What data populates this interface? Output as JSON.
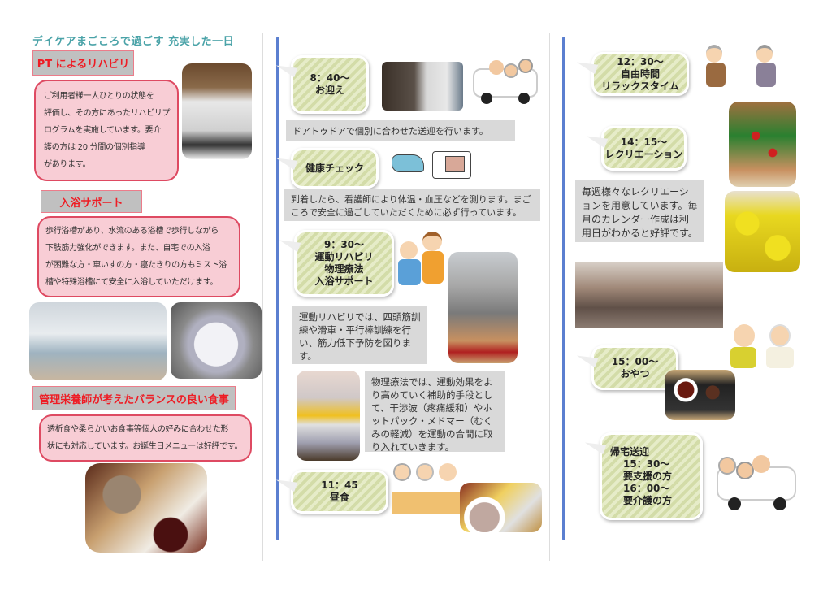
{
  "title": "デイケアまごころで過ごす 充実した一日",
  "left": {
    "pt": {
      "heading": "PT によるリハビリ",
      "lines": [
        "ご利用者様一人ひとりの状態を",
        "評価し、その方にあったリハビリプ",
        "ログラムを実施しています。要介",
        "護の方は 20 分間の個別指導",
        "があります。"
      ]
    },
    "bath": {
      "heading": "入浴サポート",
      "lines": [
        "歩行浴槽があり、水流のある浴槽で歩行しながら",
        "下肢筋力強化ができます。また、自宅での入浴",
        "が困難な方・車いすの方・寝たきりの方もミスト浴",
        "槽や特殊浴槽にて安全に入浴していただけます。"
      ]
    },
    "meal": {
      "heading": "管理栄養師が考えたバランスの良い食事",
      "lines": [
        "透析食や柔らかいお食事等個人の好みに合わせた形",
        "状にも対応しています。お誕生日メニューは好評です。"
      ]
    }
  },
  "middle": {
    "pickup": {
      "time": "8：40～",
      "label": "お迎え",
      "text": "ドアトゥドアで個別に合わせた送迎を行います。"
    },
    "health": {
      "label": "健康チェック",
      "text": "到着したら、看護師により体温・血圧などを測ります。まごころで安全に過ごしていただくために必ず行っています。"
    },
    "rehab": {
      "time": "9：30～",
      "l1": "運動リハビリ",
      "l2": "物理療法",
      "l3": "入浴サポート",
      "text": "運動リハビリでは、四頭筋訓練や滑車・平行棒訓練を行い、筋力低下予防を図ります。",
      "text2": "物理療法では、運動効果をより高めていく補助的手段として、干渉波（疼痛緩和）やホットパック・メドマー（むくみの軽減）を運動の合間に取り入れていきます。"
    },
    "lunch": {
      "time": "11：45",
      "label": "昼食"
    }
  },
  "right": {
    "free": {
      "time": "12：30～",
      "l1": "自由時間",
      "l2": "リラックスタイム"
    },
    "rec": {
      "time": "14：15～",
      "label": "レクリエーション",
      "text": "毎週様々なレクリエーションを用意しています。毎月のカレンダー作成は利用日がわかると好評です。"
    },
    "snack": {
      "time": "15：00～",
      "label": "おやつ"
    },
    "home": {
      "label": "帰宅送迎",
      "t1": "15：30～",
      "l1": "要支援の方",
      "t2": "16：00～",
      "l2": "要介護の方"
    }
  }
}
